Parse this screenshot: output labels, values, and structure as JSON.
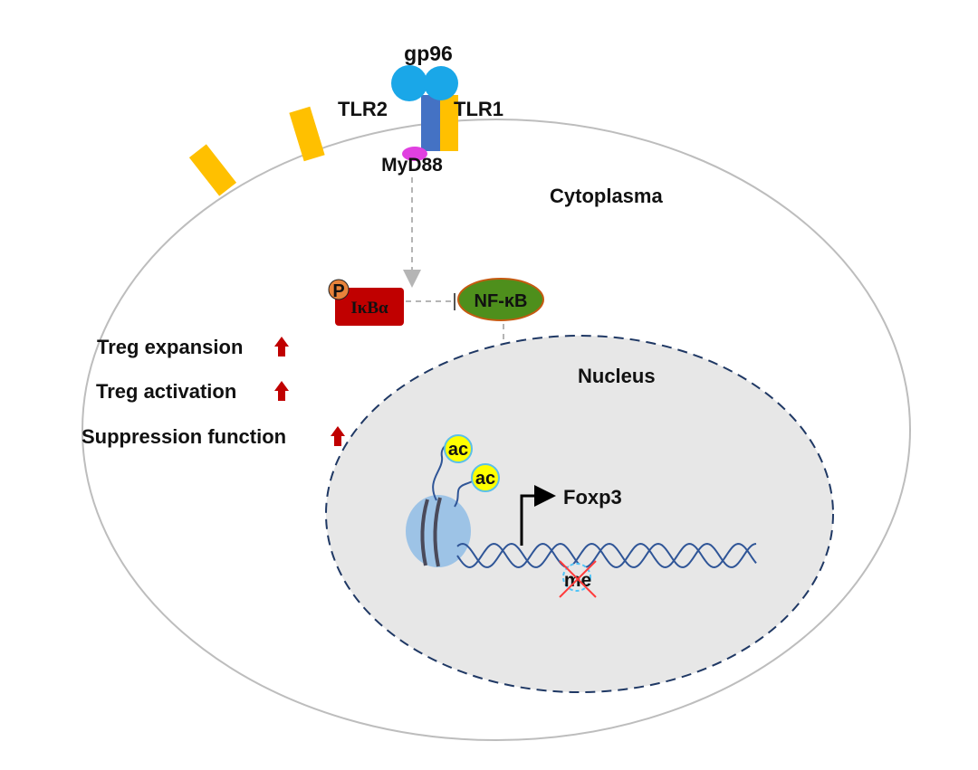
{
  "receptor": {
    "gp96_label": "gp96",
    "tlr2_label": "TLR2",
    "tlr1_label": "TLR1",
    "myd88_label": "MyD88"
  },
  "cell": {
    "cytoplasm_label": "Cytoplasma",
    "nucleus_label": "Nucleus"
  },
  "signaling": {
    "phospho_label": "P",
    "ikba_label": "IκBα",
    "nfkb_label": "NF-κB"
  },
  "effects": [
    {
      "label": "Treg expansion"
    },
    {
      "label": "Treg activation"
    },
    {
      "label": "Suppression function"
    }
  ],
  "chromatin": {
    "acetyl_label_1": "ac",
    "acetyl_label_2": "ac",
    "gene_label": "Foxp3",
    "methyl_label": "me"
  },
  "colors": {
    "gp96": "#1aa7e8",
    "tlr2": "#4472c4",
    "tlr1": "#ffc000",
    "myd88": "#e040e0",
    "ikba_box": "#c00000",
    "phospho": "#e8833a",
    "nfkb_fill": "#4e8f1c",
    "nfkb_outline": "#c55a11",
    "acetyl": "#ffff00",
    "dna": "#2f5597",
    "nucleosome": "#9dc3e6",
    "nucleus_fill": "#e7e7e7",
    "nucleus_border": "#1f3864",
    "up_arrow": "#c00000",
    "cross": "#ff3b3b"
  }
}
